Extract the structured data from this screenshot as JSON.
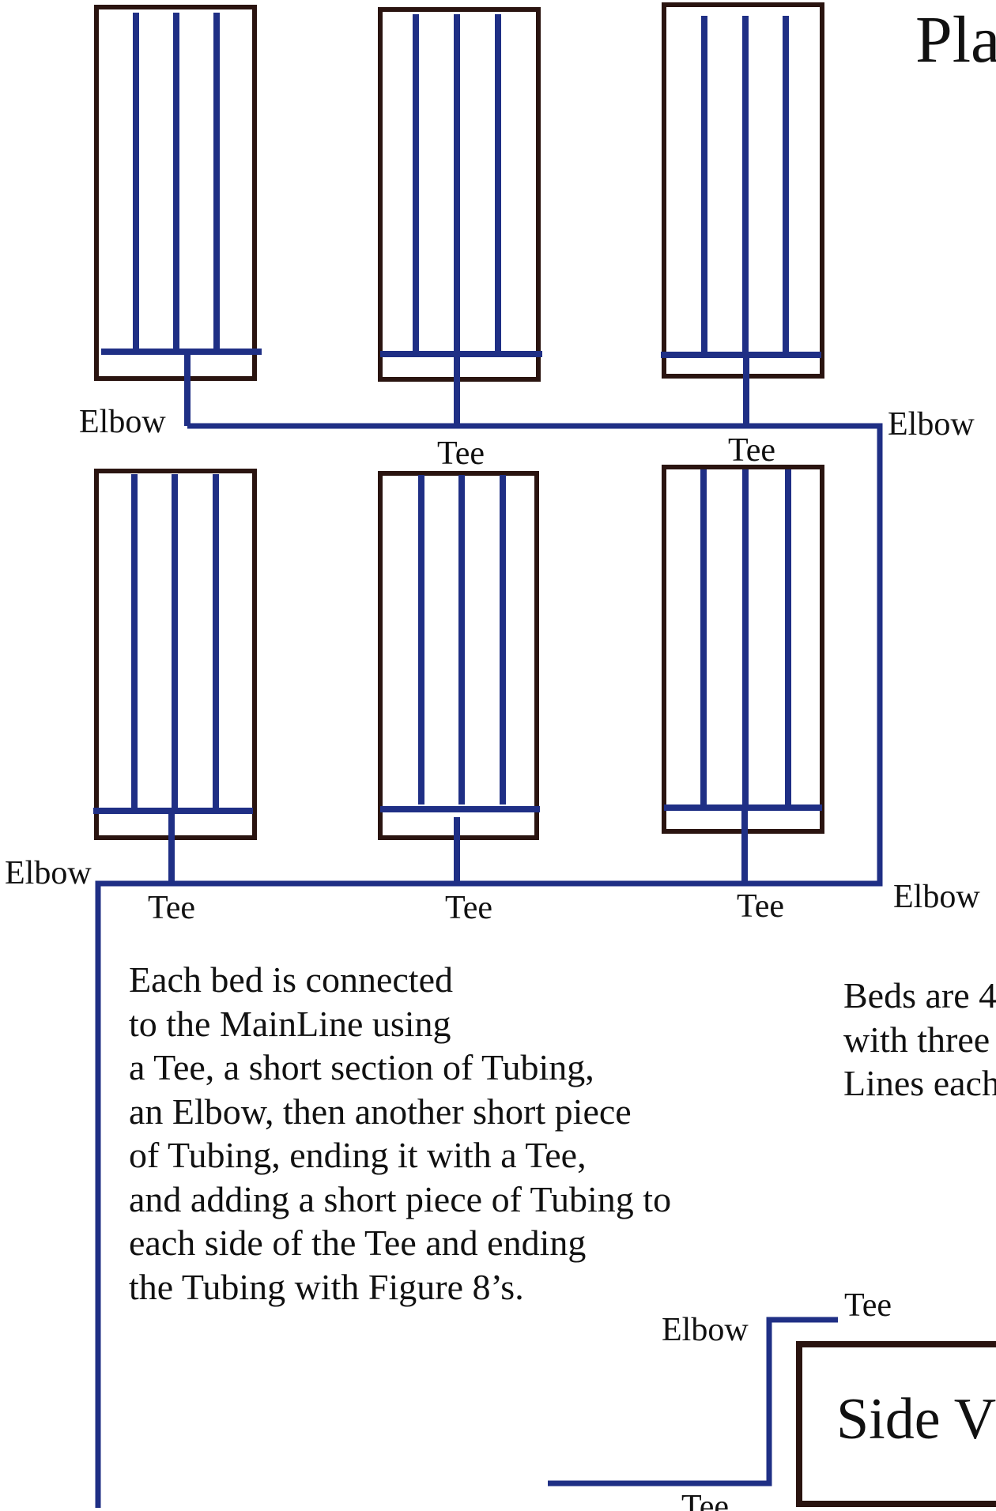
{
  "title": "Pla",
  "labels": {
    "elbow": "Elbow",
    "tee": "Tee"
  },
  "description": [
    "Each bed is connected",
    "to the MainLine using",
    "a Tee, a short section of Tubing,",
    "an Elbow, then another short piece",
    "of Tubing, ending it with a Tee,",
    "and adding a short piece of Tubing to",
    "each side of the Tee and ending",
    "the Tubing with  Figure 8’s."
  ],
  "beds_note": [
    "Beds are 4",
    "with three",
    "Lines each"
  ],
  "side_view": {
    "title": "Side V",
    "elbow": "Elbow",
    "tee_top": "Tee",
    "tee_bottom": "Tee"
  },
  "colors": {
    "bed_frame": "#2a1410",
    "tubing": "#1f2f85",
    "text": "#111111"
  }
}
